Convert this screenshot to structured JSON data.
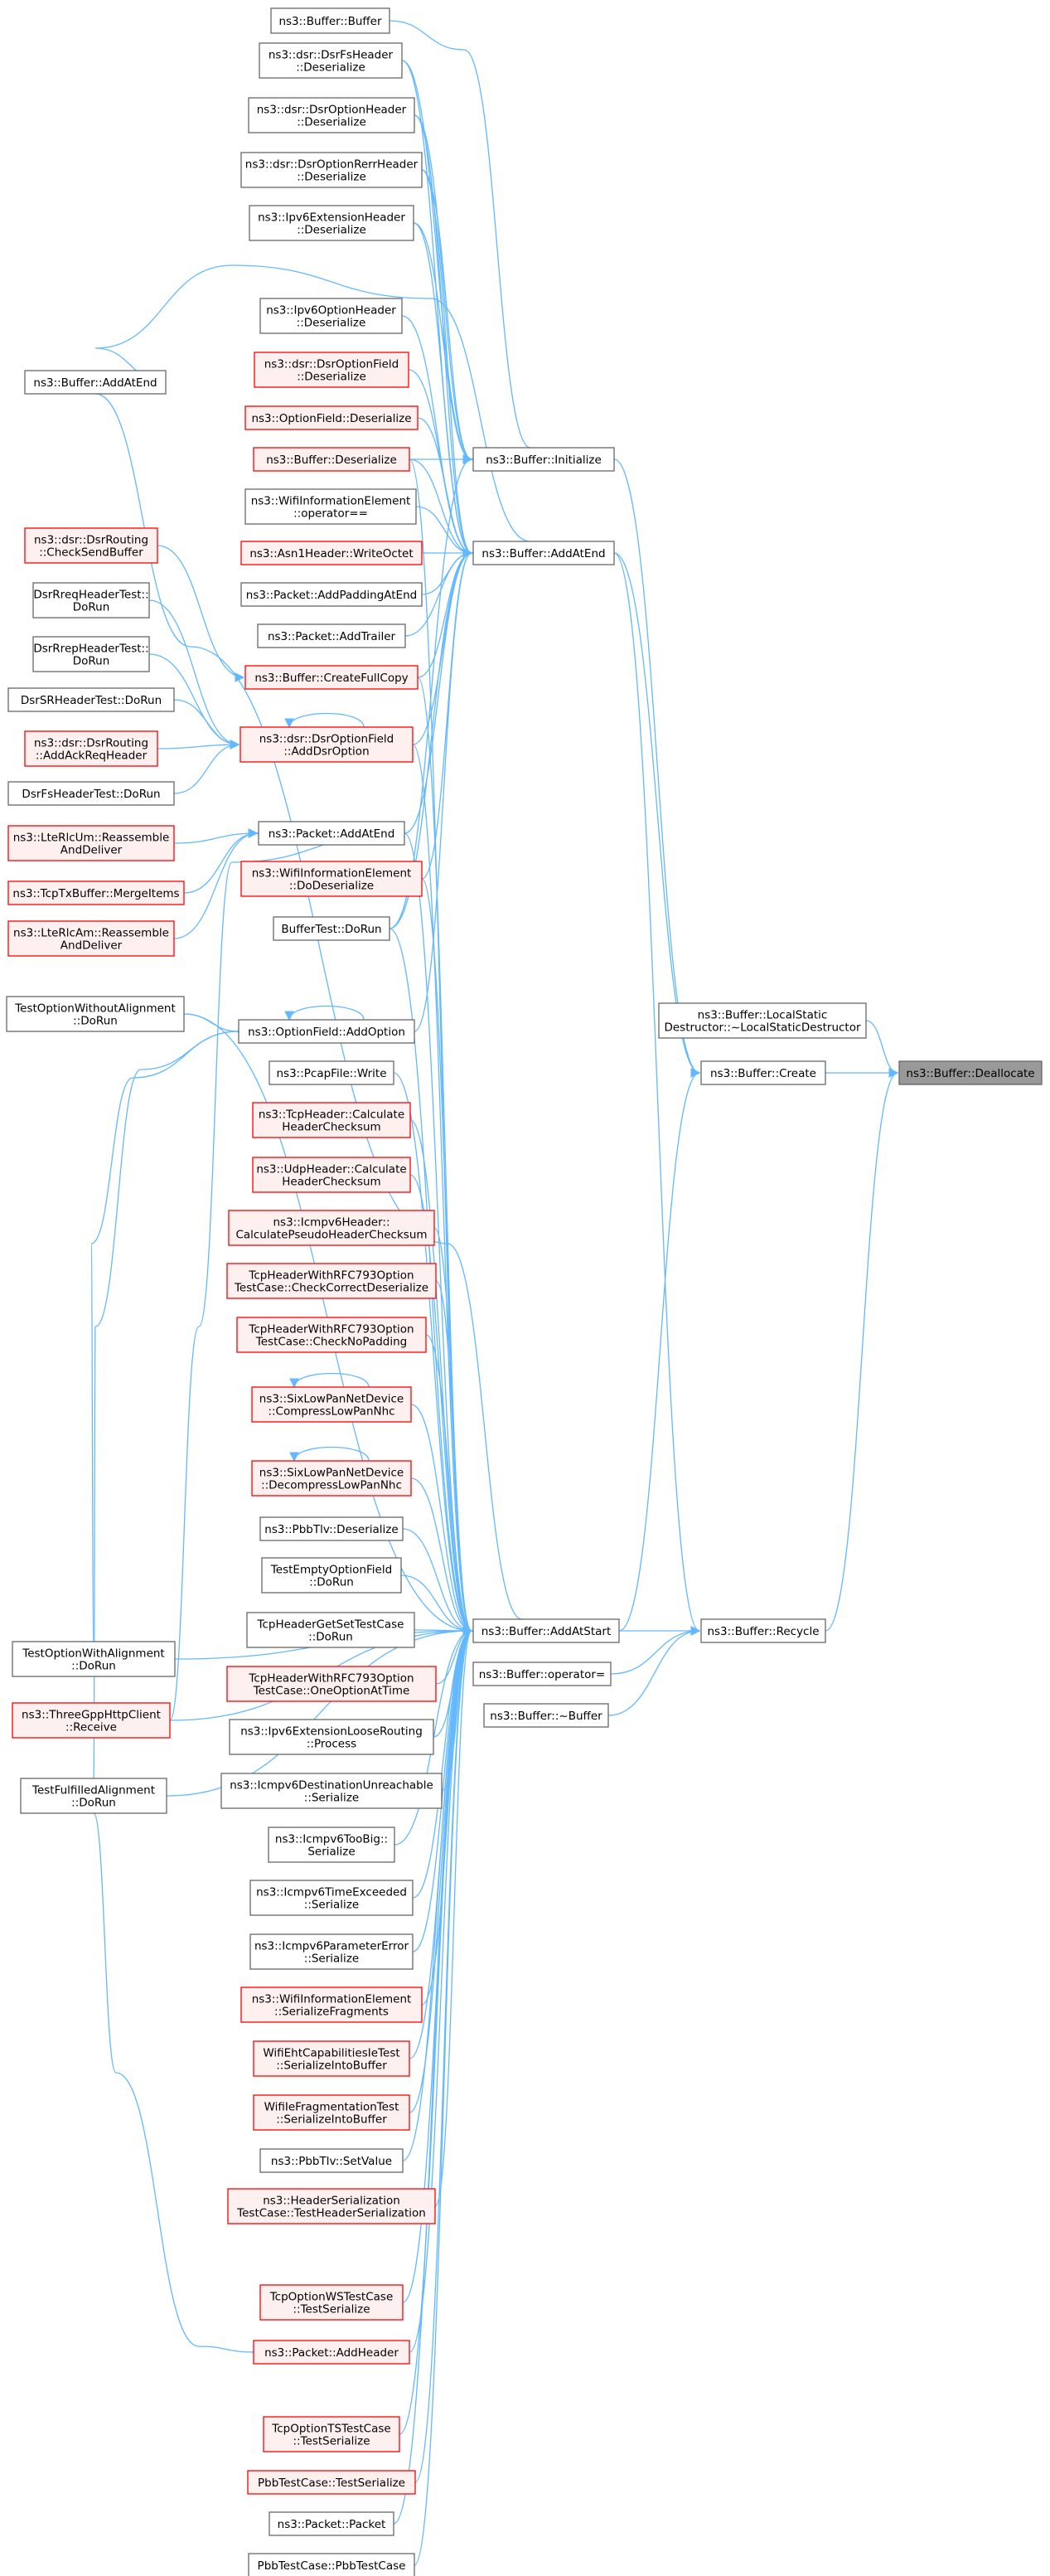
{
  "nodes": [
    {
      "id": "n1",
      "lines": [
        "ns3::Buffer::Buffer"
      ],
      "red": false
    },
    {
      "id": "n2",
      "lines": [
        "ns3::dsr::DsrFsHeader",
        "::Deserialize"
      ],
      "red": false
    },
    {
      "id": "n3",
      "lines": [
        "ns3::dsr::DsrOptionHeader",
        "::Deserialize"
      ],
      "red": false
    },
    {
      "id": "n4",
      "lines": [
        "ns3::dsr::DsrOptionRerrHeader",
        "::Deserialize"
      ],
      "red": false
    },
    {
      "id": "n5",
      "lines": [
        "ns3::Ipv6ExtensionHeader",
        "::Deserialize"
      ],
      "red": false
    },
    {
      "id": "n6",
      "lines": [
        "ns3::Ipv6OptionHeader",
        "::Deserialize"
      ],
      "red": false
    },
    {
      "id": "n7",
      "lines": [
        "ns3::dsr::DsrOptionField",
        "::Deserialize"
      ],
      "red": true
    },
    {
      "id": "n8",
      "lines": [
        "ns3::OptionField::Deserialize"
      ],
      "red": true
    },
    {
      "id": "n9",
      "lines": [
        "ns3::Buffer::Deserialize"
      ],
      "red": true
    },
    {
      "id": "n10",
      "lines": [
        "ns3::WifiInformationElement",
        "::operator=="
      ],
      "red": false
    },
    {
      "id": "n11",
      "lines": [
        "ns3::Asn1Header::WriteOctet"
      ],
      "red": true
    },
    {
      "id": "n12",
      "lines": [
        "ns3::Packet::AddPaddingAtEnd"
      ],
      "red": false
    },
    {
      "id": "n13",
      "lines": [
        "ns3::Packet::AddTrailer"
      ],
      "red": false
    },
    {
      "id": "n14",
      "lines": [
        "ns3::Buffer::CreateFullCopy"
      ],
      "red": true
    },
    {
      "id": "n15",
      "lines": [
        "ns3::dsr::DsrOptionField",
        "::AddDsrOption"
      ],
      "red": true
    },
    {
      "id": "n16",
      "lines": [
        "ns3::Packet::AddAtEnd"
      ],
      "red": false
    },
    {
      "id": "n17",
      "lines": [
        "ns3::WifiInformationElement",
        "::DoDeserialize"
      ],
      "red": true
    },
    {
      "id": "n18",
      "lines": [
        "BufferTest::DoRun"
      ],
      "red": false
    },
    {
      "id": "n19",
      "lines": [
        "ns3::OptionField::AddOption"
      ],
      "red": false
    },
    {
      "id": "n20",
      "lines": [
        "ns3::PcapFile::Write"
      ],
      "red": false
    },
    {
      "id": "n21",
      "lines": [
        "ns3::TcpHeader::Calculate",
        "HeaderChecksum"
      ],
      "red": true
    },
    {
      "id": "n22",
      "lines": [
        "ns3::UdpHeader::Calculate",
        "HeaderChecksum"
      ],
      "red": true
    },
    {
      "id": "n23",
      "lines": [
        "ns3::Icmpv6Header::",
        "CalculatePseudoHeaderChecksum"
      ],
      "red": true
    },
    {
      "id": "n24",
      "lines": [
        "TcpHeaderWithRFC793Option",
        "TestCase::CheckCorrectDeserialize"
      ],
      "red": true
    },
    {
      "id": "n25",
      "lines": [
        "TcpHeaderWithRFC793Option",
        "TestCase::CheckNoPadding"
      ],
      "red": true
    },
    {
      "id": "n26",
      "lines": [
        "ns3::SixLowPanNetDevice",
        "::CompressLowPanNhc"
      ],
      "red": true
    },
    {
      "id": "n27",
      "lines": [
        "ns3::SixLowPanNetDevice",
        "::DecompressLowPanNhc"
      ],
      "red": true
    },
    {
      "id": "n28",
      "lines": [
        "ns3::PbbTlv::Deserialize"
      ],
      "red": false
    },
    {
      "id": "n29",
      "lines": [
        "TestEmptyOptionField",
        "::DoRun"
      ],
      "red": false
    },
    {
      "id": "n30",
      "lines": [
        "TcpHeaderGetSetTestCase",
        "::DoRun"
      ],
      "red": false
    },
    {
      "id": "n31",
      "lines": [
        "TcpHeaderWithRFC793Option",
        "TestCase::OneOptionAtTime"
      ],
      "red": true
    },
    {
      "id": "n32",
      "lines": [
        "ns3::Ipv6ExtensionLooseRouting",
        "::Process"
      ],
      "red": false
    },
    {
      "id": "n33",
      "lines": [
        "ns3::Icmpv6DestinationUnreachable",
        "::Serialize"
      ],
      "red": false
    },
    {
      "id": "n34",
      "lines": [
        "ns3::Icmpv6TooBig::",
        "Serialize"
      ],
      "red": false
    },
    {
      "id": "n35",
      "lines": [
        "ns3::Icmpv6TimeExceeded",
        "::Serialize"
      ],
      "red": false
    },
    {
      "id": "n36",
      "lines": [
        "ns3::Icmpv6ParameterError",
        "::Serialize"
      ],
      "red": false
    },
    {
      "id": "n37",
      "lines": [
        "ns3::WifiInformationElement",
        "::SerializeFragments"
      ],
      "red": true
    },
    {
      "id": "n38",
      "lines": [
        "WifiEhtCapabilitiesIeTest",
        "::SerializeIntoBuffer"
      ],
      "red": true
    },
    {
      "id": "n39",
      "lines": [
        "WifiIeFragmentationTest",
        "::SerializeIntoBuffer"
      ],
      "red": true
    },
    {
      "id": "n40",
      "lines": [
        "ns3::PbbTlv::SetValue"
      ],
      "red": false
    },
    {
      "id": "n41",
      "lines": [
        "ns3::HeaderSerialization",
        "TestCase::TestHeaderSerialization"
      ],
      "red": true
    },
    {
      "id": "n42",
      "lines": [
        "TcpOptionWSTestCase",
        "::TestSerialize"
      ],
      "red": true
    },
    {
      "id": "n43",
      "lines": [
        "ns3::Packet::AddHeader"
      ],
      "red": true
    },
    {
      "id": "n44",
      "lines": [
        "TcpOptionTSTestCase",
        "::TestSerialize"
      ],
      "red": true
    },
    {
      "id": "n45",
      "lines": [
        "PbbTestCase::TestSerialize"
      ],
      "red": true
    },
    {
      "id": "n46",
      "lines": [
        "ns3::Packet::Packet"
      ],
      "red": false
    },
    {
      "id": "n47",
      "lines": [
        "PbbTestCase::PbbTestCase"
      ],
      "red": false
    },
    {
      "id": "l1",
      "lines": [
        "ns3::Buffer::AddAtEnd"
      ],
      "red": false
    },
    {
      "id": "l2",
      "lines": [
        "ns3::dsr::DsrRouting",
        "::CheckSendBuffer"
      ],
      "red": true
    },
    {
      "id": "l3",
      "lines": [
        "DsrRreqHeaderTest::",
        "DoRun"
      ],
      "red": false
    },
    {
      "id": "l4",
      "lines": [
        "DsrRrepHeaderTest::",
        "DoRun"
      ],
      "red": false
    },
    {
      "id": "l5",
      "lines": [
        "DsrSRHeaderTest::DoRun"
      ],
      "red": false
    },
    {
      "id": "l6",
      "lines": [
        "ns3::dsr::DsrRouting",
        "::AddAckReqHeader"
      ],
      "red": true
    },
    {
      "id": "l7",
      "lines": [
        "DsrFsHeaderTest::DoRun"
      ],
      "red": false
    },
    {
      "id": "l8",
      "lines": [
        "ns3::LteRlcUm::Reassemble",
        "AndDeliver"
      ],
      "red": true
    },
    {
      "id": "l9",
      "lines": [
        "ns3::TcpTxBuffer::MergeItems"
      ],
      "red": true
    },
    {
      "id": "l10",
      "lines": [
        "ns3::LteRlcAm::Reassemble",
        "AndDeliver"
      ],
      "red": true
    },
    {
      "id": "l11",
      "lines": [
        "TestOptionWithoutAlignment",
        "::DoRun"
      ],
      "red": false
    },
    {
      "id": "l12",
      "lines": [
        "TestOptionWithAlignment",
        "::DoRun"
      ],
      "red": false
    },
    {
      "id": "l13",
      "lines": [
        "ns3::ThreeGppHttpClient",
        "::Receive"
      ],
      "red": true
    },
    {
      "id": "l14",
      "lines": [
        "TestFulfilledAlignment",
        "::DoRun"
      ],
      "red": false
    },
    {
      "id": "bi",
      "lines": [
        "ns3::Buffer::Initialize"
      ],
      "red": false
    },
    {
      "id": "bae",
      "lines": [
        "ns3::Buffer::AddAtEnd"
      ],
      "red": false
    },
    {
      "id": "bas",
      "lines": [
        "ns3::Buffer::AddAtStart"
      ],
      "red": false
    },
    {
      "id": "bop",
      "lines": [
        "ns3::Buffer::operator="
      ],
      "red": false
    },
    {
      "id": "bd",
      "lines": [
        "ns3::Buffer::~Buffer"
      ],
      "red": false
    },
    {
      "id": "lsd",
      "lines": [
        "ns3::Buffer::LocalStatic",
        "Destructor::~LocalStaticDestructor"
      ],
      "red": false
    },
    {
      "id": "bc",
      "lines": [
        "ns3::Buffer::Create"
      ],
      "red": false
    },
    {
      "id": "brc",
      "lines": [
        "ns3::Buffer::Recycle"
      ],
      "red": false
    },
    {
      "id": "root",
      "lines": [
        "ns3::Buffer::Deallocate"
      ],
      "red": false,
      "root": true
    }
  ],
  "edges": [
    [
      "bc",
      "root"
    ],
    [
      "brc",
      "root"
    ],
    [
      "lsd",
      "root"
    ],
    [
      "bi",
      "bc"
    ],
    [
      "bae",
      "bc"
    ],
    [
      "bas",
      "bc"
    ],
    [
      "bas",
      "brc"
    ],
    [
      "bop",
      "brc"
    ],
    [
      "bd",
      "brc"
    ],
    [
      "bae",
      "brc"
    ],
    [
      "n1",
      "bi"
    ],
    [
      "n2",
      "bi"
    ],
    [
      "n3",
      "bi"
    ],
    [
      "n4",
      "bi"
    ],
    [
      "n5",
      "bi"
    ],
    [
      "n9",
      "bi"
    ],
    [
      "n18",
      "bi"
    ],
    [
      "l1",
      "bae"
    ],
    [
      "n2",
      "bae"
    ],
    [
      "n3",
      "bae"
    ],
    [
      "n4",
      "bae"
    ],
    [
      "n5",
      "bae"
    ],
    [
      "n6",
      "bae"
    ],
    [
      "n7",
      "bae"
    ],
    [
      "n8",
      "bae"
    ],
    [
      "n9",
      "bae"
    ],
    [
      "n10",
      "bae"
    ],
    [
      "n11",
      "bae"
    ],
    [
      "n12",
      "bae"
    ],
    [
      "n13",
      "bae"
    ],
    [
      "n14",
      "bae"
    ],
    [
      "n15",
      "bae"
    ],
    [
      "n16",
      "bae"
    ],
    [
      "n17",
      "bae"
    ],
    [
      "n18",
      "bae"
    ],
    [
      "n19",
      "bae"
    ],
    [
      "l1",
      "bas"
    ],
    [
      "n9",
      "bas"
    ],
    [
      "n14",
      "bas"
    ],
    [
      "n15",
      "bas"
    ],
    [
      "n16",
      "bas"
    ],
    [
      "n17",
      "bas"
    ],
    [
      "n18",
      "bas"
    ],
    [
      "n20",
      "bas"
    ],
    [
      "n21",
      "bas"
    ],
    [
      "n22",
      "bas"
    ],
    [
      "n23",
      "bas"
    ],
    [
      "n24",
      "bas"
    ],
    [
      "n25",
      "bas"
    ],
    [
      "n26",
      "bas"
    ],
    [
      "n27",
      "bas"
    ],
    [
      "n28",
      "bas"
    ],
    [
      "n29",
      "bas"
    ],
    [
      "n30",
      "bas"
    ],
    [
      "n31",
      "bas"
    ],
    [
      "n32",
      "bas"
    ],
    [
      "n33",
      "bas"
    ],
    [
      "n34",
      "bas"
    ],
    [
      "n35",
      "bas"
    ],
    [
      "n36",
      "bas"
    ],
    [
      "n37",
      "bas"
    ],
    [
      "n38",
      "bas"
    ],
    [
      "n39",
      "bas"
    ],
    [
      "n40",
      "bas"
    ],
    [
      "n41",
      "bas"
    ],
    [
      "n42",
      "bas"
    ],
    [
      "n43",
      "bas"
    ],
    [
      "n44",
      "bas"
    ],
    [
      "n45",
      "bas"
    ],
    [
      "n46",
      "bas"
    ],
    [
      "n47",
      "bas"
    ],
    [
      "l11",
      "bas"
    ],
    [
      "l12",
      "bas"
    ],
    [
      "l13",
      "bas"
    ],
    [
      "l14",
      "bas"
    ],
    [
      "l2",
      "n14"
    ],
    [
      "l3",
      "n15"
    ],
    [
      "l4",
      "n15"
    ],
    [
      "l5",
      "n15"
    ],
    [
      "l6",
      "n15"
    ],
    [
      "l7",
      "n15"
    ],
    [
      "l8",
      "n16"
    ],
    [
      "l9",
      "n16"
    ],
    [
      "l10",
      "n16"
    ],
    [
      "l13",
      "n16"
    ],
    [
      "l11",
      "n19"
    ],
    [
      "l12",
      "n19"
    ],
    [
      "l14",
      "n19"
    ],
    [
      "l14",
      "n43"
    ],
    [
      "n15",
      "n15"
    ],
    [
      "n19",
      "n19"
    ],
    [
      "n26",
      "n26"
    ],
    [
      "n27",
      "n27"
    ]
  ]
}
